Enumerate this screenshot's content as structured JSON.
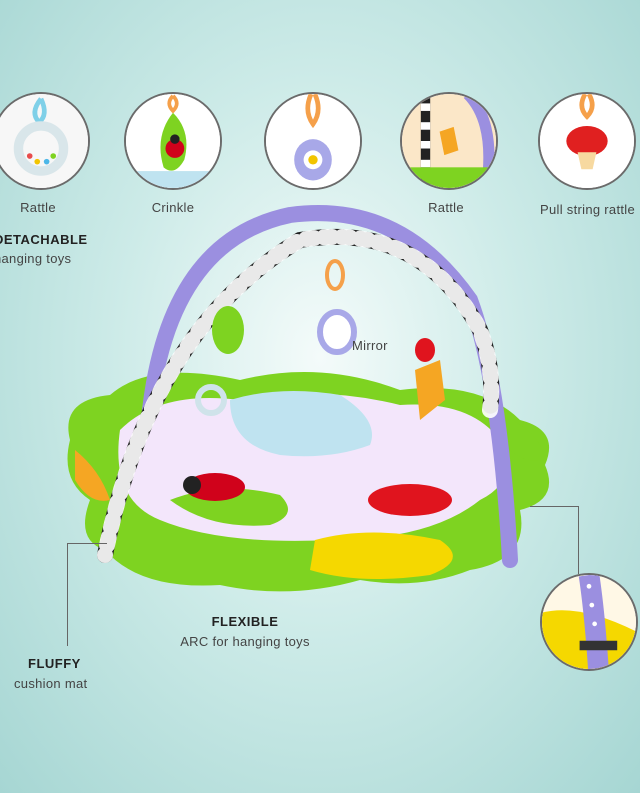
{
  "toys": [
    {
      "label": "Rattle"
    },
    {
      "label": "Crinkle"
    },
    {
      "label": ""
    },
    {
      "label": "Rattle"
    },
    {
      "label": "Pull string rattle"
    }
  ],
  "features": {
    "detachable": {
      "title": "DETACHABLE",
      "text": "hanging toys"
    },
    "mirror": {
      "text": "Mirror"
    },
    "flexible": {
      "title": "FLEXIBLE",
      "text": "ARC for hanging toys"
    },
    "fluffy": {
      "title": "FLUFFY",
      "text": "cushion mat"
    }
  },
  "colors": {
    "arch_purple": "#9b8fe0",
    "mat_green": "#7ed321",
    "mat_yellow": "#f5d800",
    "ladybug_red": "#d0021b"
  }
}
